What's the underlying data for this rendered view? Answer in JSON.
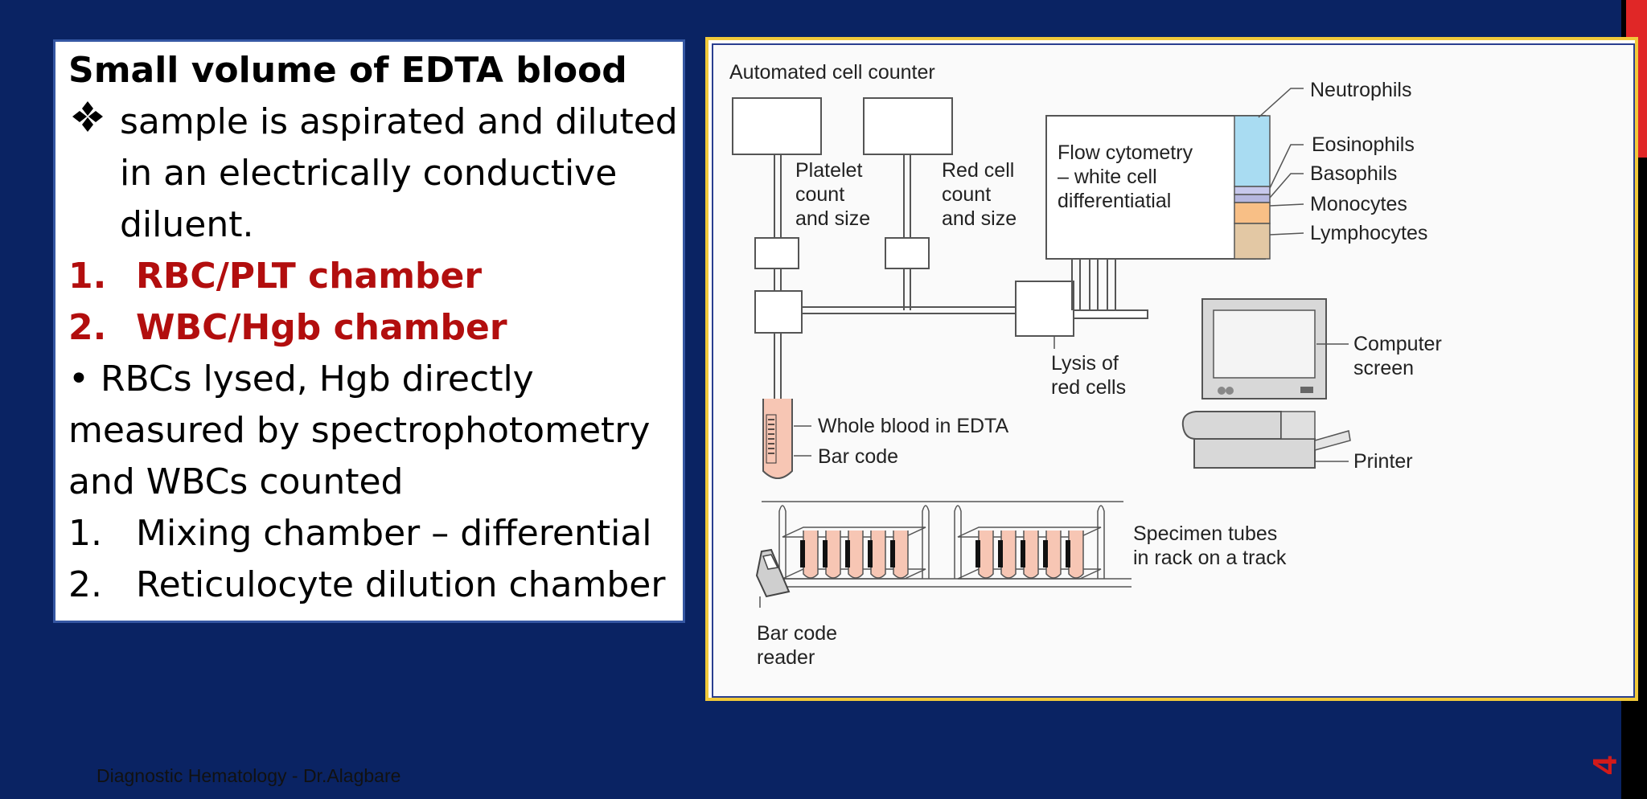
{
  "slide": {
    "number": "4",
    "footer": "Diagnostic Hematology - Dr.Alagbare",
    "accent_color": "#e02727",
    "background_color": "#0a2363"
  },
  "text_panel": {
    "heading": "Small volume of EDTA blood",
    "bullet_icon": "four-diamond-icon",
    "bullet_lines": [
      "sample is aspirated and diluted",
      "in an electrically conductive",
      "diluent."
    ],
    "chambers": [
      {
        "num": "1.",
        "label": "RBC/PLT chamber"
      },
      {
        "num": "2.",
        "label": "WBC/Hgb chamber"
      }
    ],
    "para_lines": [
      "• RBCs lysed, Hgb directly",
      "measured by spectrophotometry",
      "and WBCs counted"
    ],
    "sub_items": [
      {
        "num": "1.",
        "label": "Mixing chamber – differential"
      },
      {
        "num": "2.",
        "label": "Reticulocyte dilution chamber"
      }
    ]
  },
  "diagram": {
    "title": "Automated cell counter",
    "platelet": [
      "Platelet",
      "count",
      "and size"
    ],
    "redcell": [
      "Red cell",
      "count",
      "and size"
    ],
    "flow": [
      "Flow cytometry",
      "– white cell",
      "differentiatial"
    ],
    "wbc_types": [
      "Neutrophils",
      "Eosinophils",
      "Basophils",
      "Monocytes",
      "Lymphocytes"
    ],
    "lysis": [
      "Lysis of",
      "red cells"
    ],
    "whole_blood": "Whole blood in EDTA",
    "bar_code": "Bar code",
    "computer": [
      "Computer",
      "screen"
    ],
    "printer": "Printer",
    "specimen": [
      "Specimen tubes",
      "in rack on a track"
    ],
    "reader": [
      "Bar code",
      "reader"
    ]
  }
}
